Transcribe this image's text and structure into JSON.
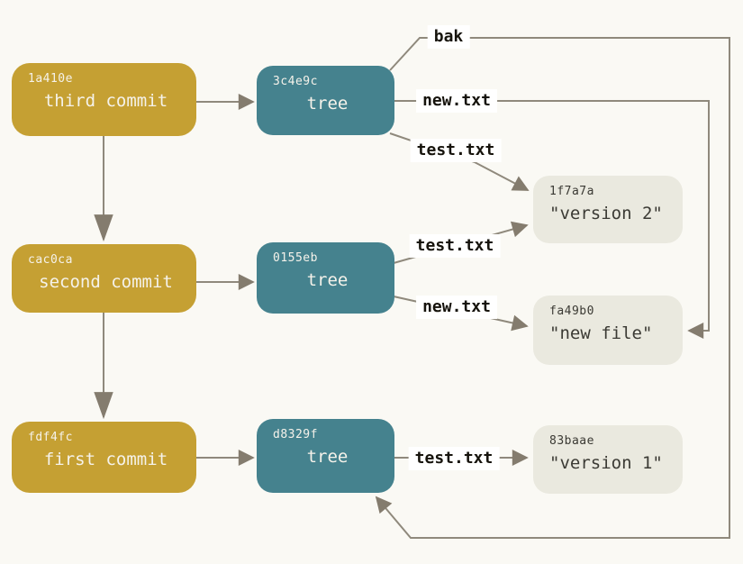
{
  "diagram": {
    "kind": "git-object-graph",
    "colors": {
      "background": "#faf9f4",
      "commit_fill": "#c5a033",
      "tree_fill": "#45828e",
      "blob_fill": "#eae9df",
      "box_text_light": "#f5f2ea",
      "blob_text": "#3b3a34",
      "edge_line": "#8f897c",
      "arrowhead": "#847c6e",
      "label_text": "#16130c",
      "label_background": "#ffffff"
    },
    "nodes": {
      "commit1": {
        "hash": "1a410e",
        "label": "third commit",
        "kind": "commit"
      },
      "commit2": {
        "hash": "cac0ca",
        "label": "second commit",
        "kind": "commit"
      },
      "commit3": {
        "hash": "fdf4fc",
        "label": "first commit",
        "kind": "commit"
      },
      "tree1": {
        "hash": "3c4e9c",
        "label": "tree",
        "kind": "tree"
      },
      "tree2": {
        "hash": "0155eb",
        "label": "tree",
        "kind": "tree"
      },
      "tree3": {
        "hash": "d8329f",
        "label": "tree",
        "kind": "tree"
      },
      "blob1": {
        "hash": "1f7a7a",
        "label": "\"version 2\"",
        "kind": "blob"
      },
      "blob2": {
        "hash": "fa49b0",
        "label": "\"new file\"",
        "kind": "blob"
      },
      "blob3": {
        "hash": "83baae",
        "label": "\"version 1\"",
        "kind": "blob"
      }
    },
    "edge_labels": {
      "bak": {
        "text": "bak"
      },
      "new_txt_top": {
        "text": "new.txt"
      },
      "test_txt_top": {
        "text": "test.txt"
      },
      "test_txt_mid": {
        "text": "test.txt"
      },
      "new_txt_mid": {
        "text": "new.txt"
      },
      "test_txt_bot": {
        "text": "test.txt"
      }
    },
    "edges": [
      {
        "from": "1a410e",
        "to": "cac0ca",
        "type": "parent"
      },
      {
        "from": "cac0ca",
        "to": "fdf4fc",
        "type": "parent"
      },
      {
        "from": "1a410e",
        "to": "3c4e9c",
        "type": "commit-tree"
      },
      {
        "from": "cac0ca",
        "to": "0155eb",
        "type": "commit-tree"
      },
      {
        "from": "fdf4fc",
        "to": "d8329f",
        "type": "commit-tree"
      },
      {
        "from": "3c4e9c",
        "to": "d8329f",
        "type": "tree-entry",
        "label": "bak"
      },
      {
        "from": "3c4e9c",
        "to": "fa49b0",
        "type": "tree-entry",
        "label": "new.txt"
      },
      {
        "from": "3c4e9c",
        "to": "1f7a7a",
        "type": "tree-entry",
        "label": "test.txt"
      },
      {
        "from": "0155eb",
        "to": "1f7a7a",
        "type": "tree-entry",
        "label": "test.txt"
      },
      {
        "from": "0155eb",
        "to": "fa49b0",
        "type": "tree-entry",
        "label": "new.txt"
      },
      {
        "from": "d8329f",
        "to": "83baae",
        "type": "tree-entry",
        "label": "test.txt"
      }
    ]
  }
}
